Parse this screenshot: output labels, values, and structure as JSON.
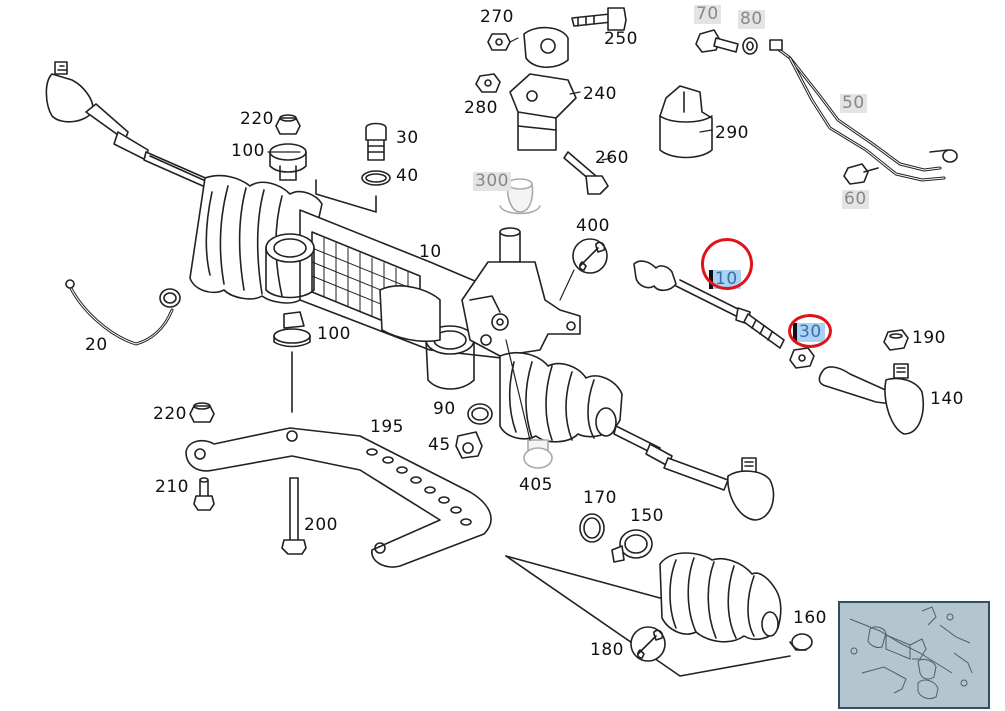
{
  "labels": {
    "p270": "270",
    "p250": "250",
    "p240": "240",
    "p280": "280",
    "p260": "260",
    "p300": "300",
    "p400": "400",
    "p405": "405",
    "p70": "70",
    "p80": "80",
    "p50": "50",
    "p60": "60",
    "p290": "290",
    "p220a": "220",
    "p100a": "100",
    "p30a": "30",
    "p40": "40",
    "p10": "10",
    "p20": "20",
    "p100b": "100",
    "p220b": "220",
    "p195": "195",
    "p90": "90",
    "p45": "45",
    "p210": "210",
    "p200": "200",
    "p10hl": "10",
    "p30hl": "30",
    "p190": "190",
    "p140": "140",
    "p170": "170",
    "p150": "150",
    "p180": "180",
    "p160": "160"
  },
  "colors": {
    "line": "#222222",
    "highlight_fill": "#a9d2f5",
    "highlight_text": "#3a6fa8",
    "annotation_red": "#e0121a",
    "minimap_bg": "#b3c5ce",
    "minimap_border": "#2f4f63"
  },
  "icons": {
    "wrench_400": "wrench-icon",
    "wrench_180": "wrench-icon"
  }
}
